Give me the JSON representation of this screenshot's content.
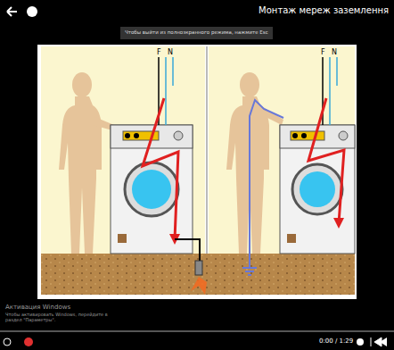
{
  "diagram": {
    "title": "Монтаж мереж заземлення",
    "labels": [
      "Чтобы выйти из полноэкранного режима, нажмите Esc",
      "F",
      "N",
      "F",
      "N",
      "Активация Windows",
      "Чтобы активировать Windows, перейдите в раздел \"Параметры\".",
      "0:00 / 1:29"
    ]
  }
}
